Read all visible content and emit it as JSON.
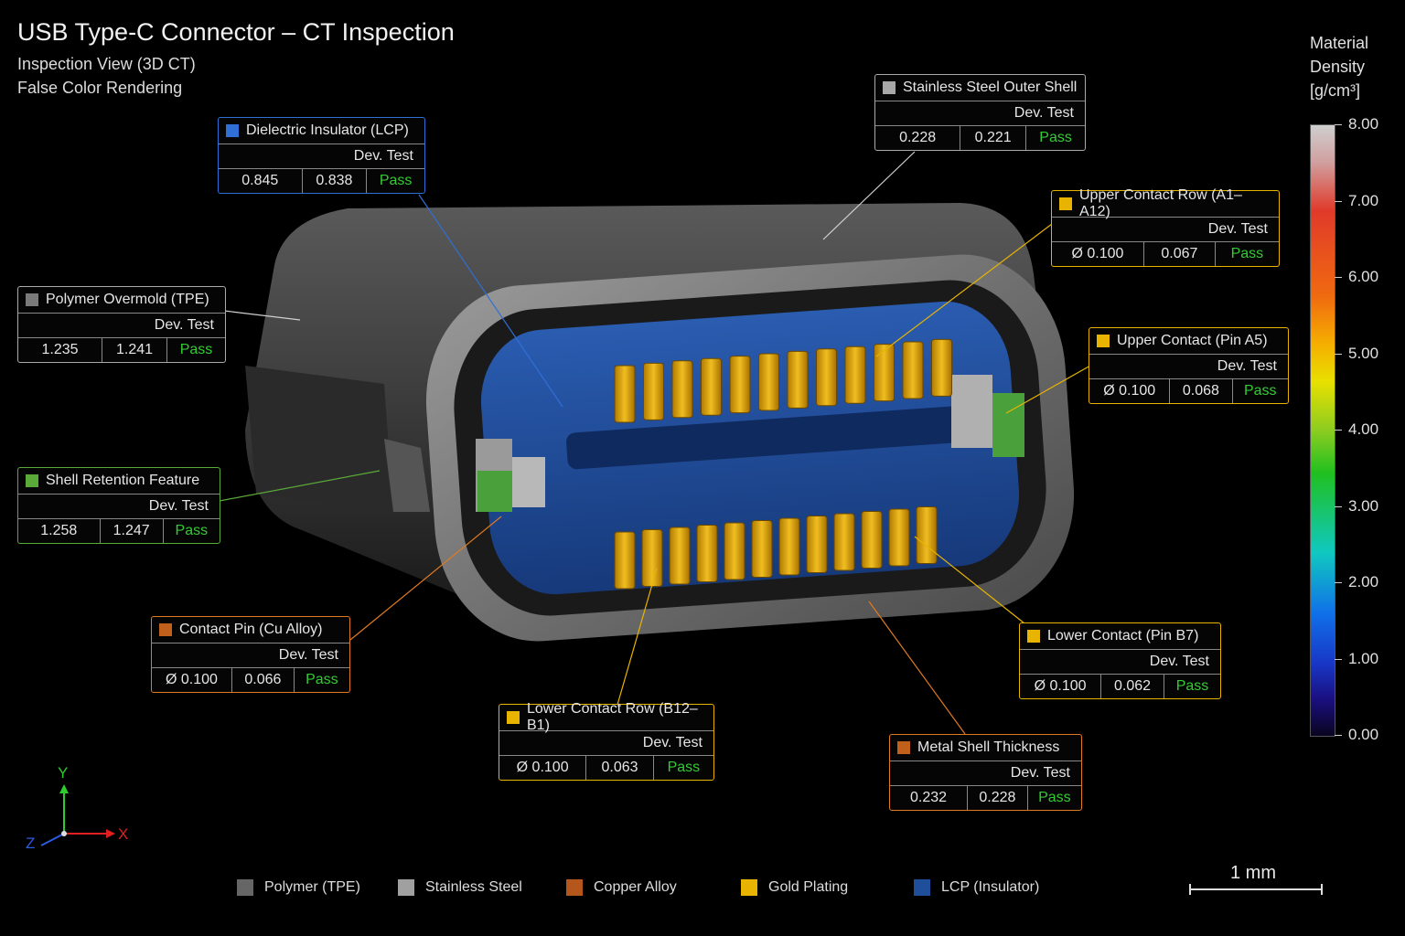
{
  "header": {
    "title": "USB Type-C Connector – CT Inspection",
    "subtitle_1": "Inspection View (3D CT)",
    "subtitle_2": "False Color Rendering"
  },
  "callouts": {
    "dielectric": {
      "label": "Dielectric Insulator (LCP)",
      "col_header": "Dev. Test",
      "v1": "0.845",
      "v2": "0.838",
      "status": "Pass",
      "color": "#2f6fd6"
    },
    "shell": {
      "label": "Stainless Steel Outer Shell",
      "col_header": "Dev. Test",
      "v1": "0.228",
      "v2": "0.221",
      "status": "Pass",
      "color": "#a8a8a8"
    },
    "upper_row": {
      "label": "Upper Contact Row (A1–A12)",
      "col_header": "Dev. Test",
      "v1": "Ø 0.100",
      "v2": "0.067",
      "status": "Pass",
      "color": "#e8b400"
    },
    "overmold": {
      "label": "Polymer Overmold (TPE)",
      "col_header": "Dev. Test",
      "v1": "1.235",
      "v2": "1.241",
      "status": "Pass",
      "color": "#7a7a7a"
    },
    "upper_pin": {
      "label": "Upper Contact (Pin A5)",
      "col_header": "Dev. Test",
      "v1": "Ø 0.100",
      "v2": "0.068",
      "status": "Pass",
      "color": "#e8b400"
    },
    "retention": {
      "label": "Shell Retention Feature",
      "col_header": "Dev. Test",
      "v1": "1.258",
      "v2": "1.247",
      "status": "Pass",
      "color": "#5aaa3a"
    },
    "contact_pin": {
      "label": "Contact Pin (Cu Alloy)",
      "col_header": "Dev. Test",
      "v1": "Ø 0.100",
      "v2": "0.066",
      "status": "Pass",
      "color": "#c0601a"
    },
    "lower_pin": {
      "label": "Lower Contact (Pin B7)",
      "col_header": "Dev. Test",
      "v1": "Ø 0.100",
      "v2": "0.062",
      "status": "Pass",
      "color": "#e8b400"
    },
    "lower_row": {
      "label": "Lower Contact Row (B12–B1)",
      "col_header": "Dev. Test",
      "v1": "Ø 0.100",
      "v2": "0.063",
      "status": "Pass",
      "color": "#e8b400"
    },
    "thickness": {
      "label": "Metal Shell Thickness",
      "col_header": "Dev. Test",
      "v1": "0.232",
      "v2": "0.228",
      "status": "Pass",
      "color": "#c0601a"
    }
  },
  "colorbar": {
    "title_1": "Material",
    "title_2": "Density",
    "title_3": "[g/cm³]",
    "ticks": [
      "8.00",
      "7.00",
      "6.00",
      "5.00",
      "4.00",
      "3.00",
      "2.00",
      "1.00",
      "0.00"
    ]
  },
  "legend": {
    "items": [
      {
        "label": "Polymer (TPE)",
        "color": "#666666"
      },
      {
        "label": "Stainless Steel",
        "color": "#a0a0a0"
      },
      {
        "label": "Copper Alloy",
        "color": "#b5561c"
      },
      {
        "label": "Gold Plating",
        "color": "#e8b400"
      },
      {
        "label": "LCP (Insulator)",
        "color": "#1f4f9a"
      }
    ]
  },
  "scale": {
    "label": "1 mm"
  },
  "axes": {
    "x": "X",
    "y": "Y",
    "z": "Z"
  }
}
